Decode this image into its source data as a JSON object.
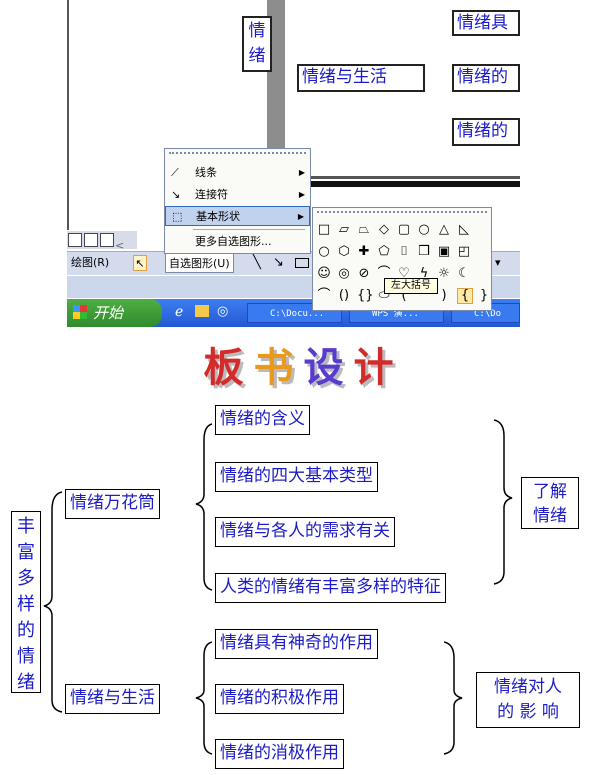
{
  "document": {
    "box_emotion": "情绪",
    "box_life": "情绪与生活",
    "box_right_1": "情绪具",
    "box_right_2": "情绪的",
    "box_right_3": "情绪的"
  },
  "menu": {
    "items": [
      {
        "label": "线条",
        "icon": "line-icon"
      },
      {
        "label": "连接符",
        "icon": "connector-icon"
      },
      {
        "label": "基本形状",
        "icon": "shapes-icon"
      },
      {
        "label": "更多自选图形...",
        "icon": ""
      }
    ]
  },
  "toolbar": {
    "draw_label": "绘图(R)",
    "autoshape_label": "自选图形(U)"
  },
  "tooltip": "左大括号",
  "taskbar": {
    "start_label": "开始",
    "tasks": [
      "C:\\Docu...",
      "WPS 演...",
      "C:\\Do"
    ]
  },
  "heading": [
    "板",
    "书",
    "设",
    "计"
  ],
  "heading_colors": [
    "#d42a2a",
    "#e89a1c",
    "#5a3bd0",
    "#d42a2a"
  ],
  "mindmap": {
    "root": [
      "丰",
      "富",
      "多",
      "样",
      "的",
      "情",
      "绪"
    ],
    "branch1": "情绪万花筒",
    "branch2": "情绪与生活",
    "b1_items": [
      "情绪的含义",
      "情绪的四大基本类型",
      "情绪与各人的需求有关",
      "人类的情绪有丰富多样的特征"
    ],
    "b2_items": [
      "情绪具有神奇的作用",
      "情绪的积极作用",
      "情绪的消极作用"
    ],
    "summary1": [
      "了解",
      "情绪"
    ],
    "summary2": [
      "情绪对人",
      "的 影 响"
    ]
  }
}
